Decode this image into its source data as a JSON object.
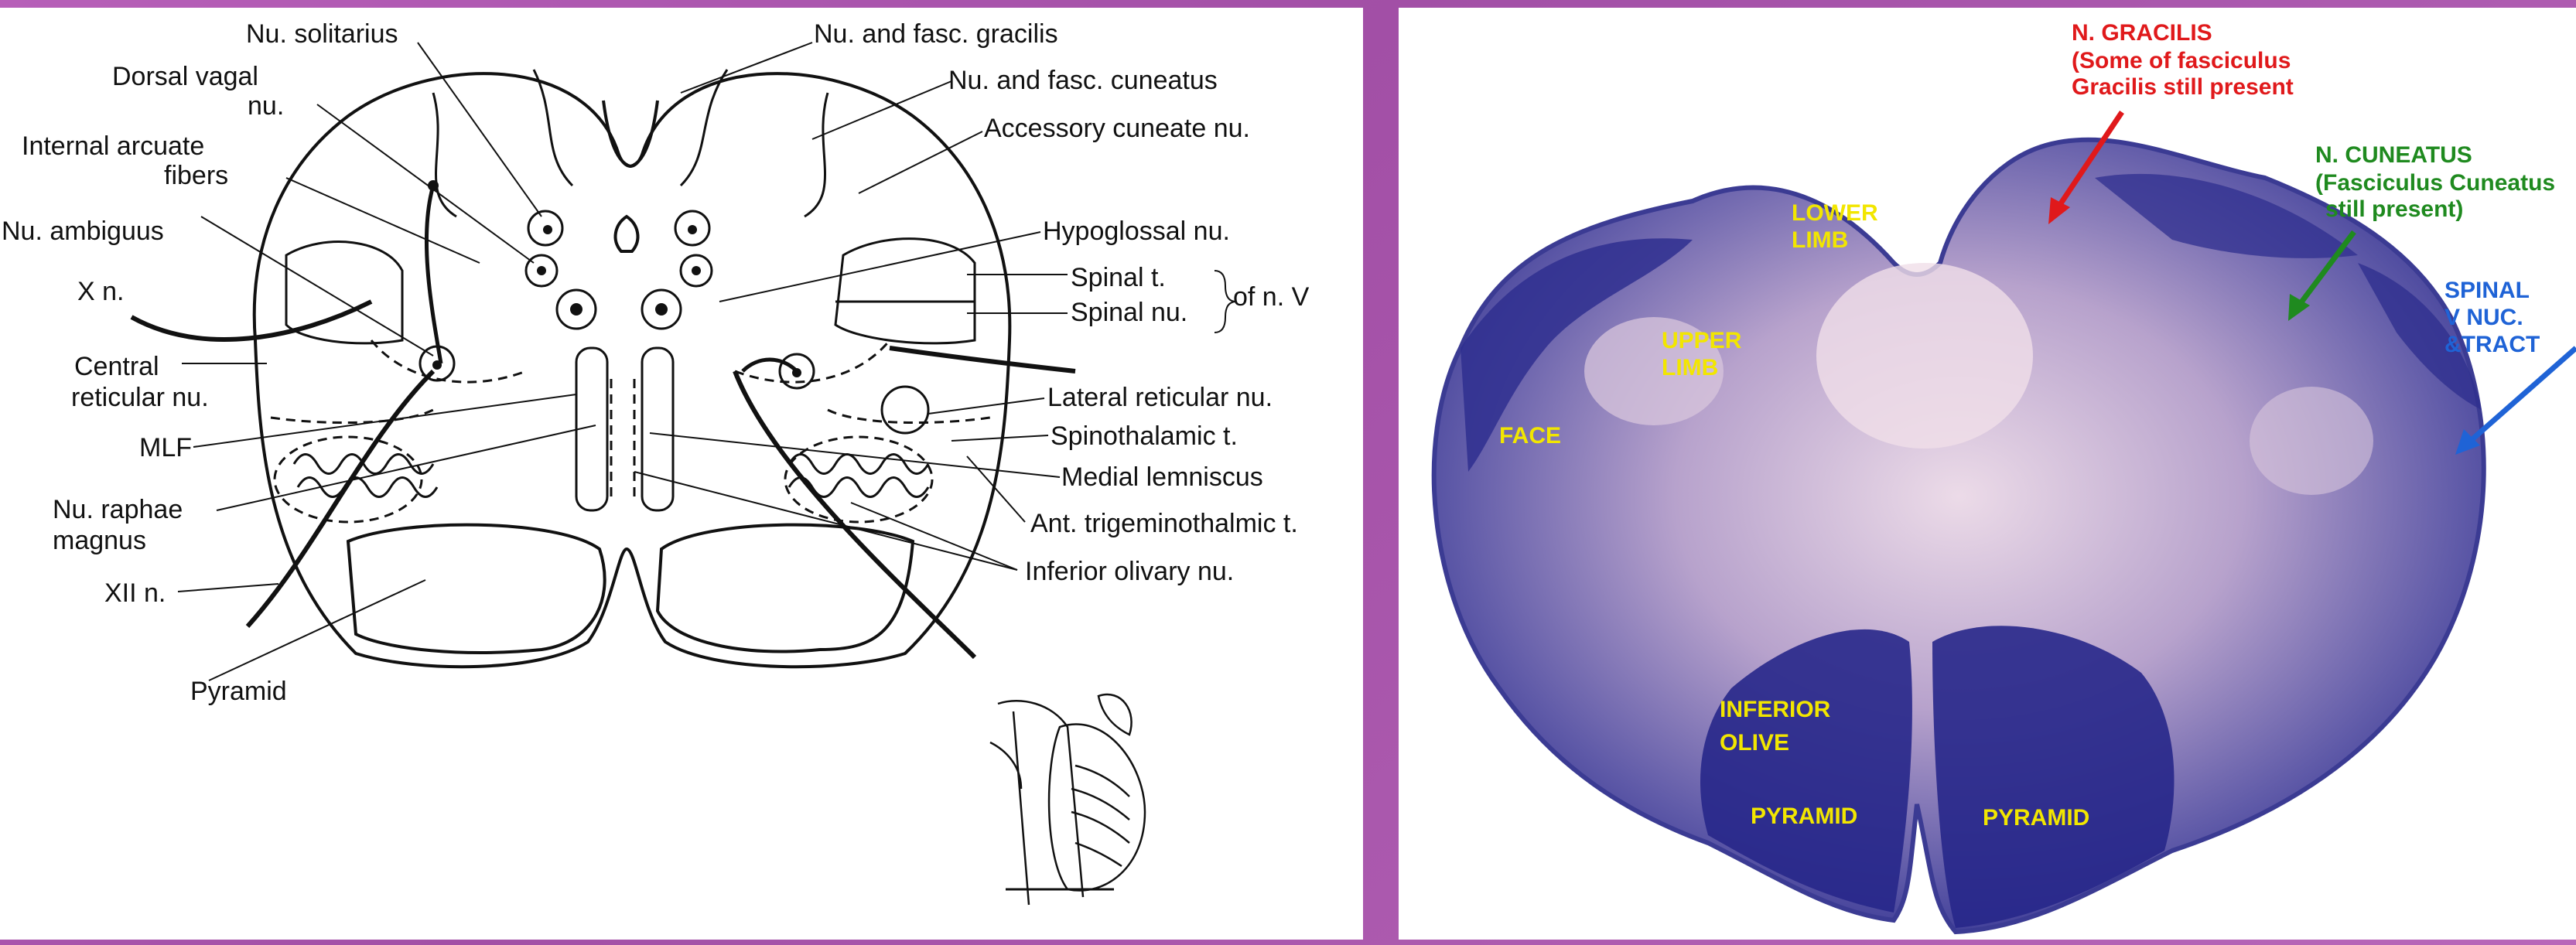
{
  "diagram": {
    "labels": {
      "nu_solitarius": "Nu. solitarius",
      "dorsal_vagal_1": "Dorsal vagal",
      "dorsal_vagal_2": "nu.",
      "internal_arcuate_1": "Internal arcuate",
      "internal_arcuate_2": "fibers",
      "nu_ambiguus": "Nu. ambiguus",
      "x_n": "X n.",
      "central_reticular_1": "Central",
      "central_reticular_2": "reticular nu.",
      "mlf": "MLF",
      "raphae_1": "Nu. raphae",
      "raphae_2": "magnus",
      "xii_n": "XII n.",
      "pyramid": "Pyramid",
      "gracilis": "Nu. and fasc. gracilis",
      "cuneatus": "Nu. and fasc. cuneatus",
      "accessory_cuneate": "Accessory cuneate nu.",
      "hypoglossal": "Hypoglossal nu.",
      "spinal_t": "Spinal t.",
      "spinal_nu": "Spinal nu.",
      "of_n_v": "of n. V",
      "lateral_reticular": "Lateral reticular nu.",
      "spinothalamic": "Spinothalamic t.",
      "medial_lemniscus": "Medial lemniscus",
      "ant_trigeminothalamic": "Ant. trigeminothalmic t.",
      "inferior_olivary": "Inferior olivary nu."
    }
  },
  "photo": {
    "labels": {
      "gracilis_1": "N. GRACILIS",
      "gracilis_2": "(Some of fasciculus",
      "gracilis_3": "Gracilis still present",
      "cuneatus_1": "N. CUNEATUS",
      "cuneatus_2": "(Fasciculus Cuneatus",
      "cuneatus_3": "still present)",
      "spinal_1": "SPINAL",
      "spinal_2": "V NUC.",
      "spinal_3": "&TRACT",
      "lower_limb_1": "LOWER",
      "lower_limb_2": "LIMB",
      "upper_limb_1": "UPPER",
      "upper_limb_2": "LIMB",
      "face": "FACE",
      "inferior_olive_1": "INFERIOR",
      "inferior_olive_2": "OLIVE",
      "pyramid_left": "PYRAMID",
      "pyramid_right": "PYRAMID"
    },
    "colors": {
      "gracilis": "#e0191b",
      "cuneatus": "#1f8a1f",
      "spinal": "#1f63d6",
      "region_labels": "#f2e600",
      "stain_dark": "#2f2f8f",
      "stain_light": "#d8c6dc"
    }
  }
}
